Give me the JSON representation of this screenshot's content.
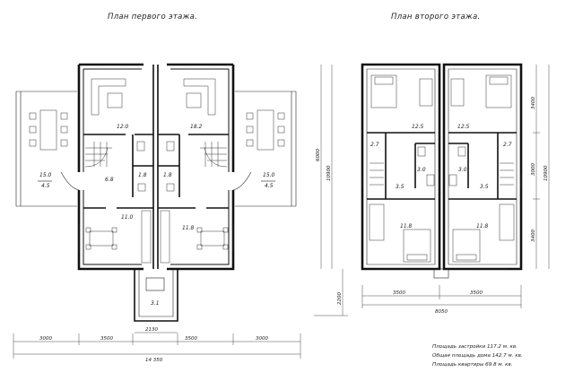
{
  "titles": {
    "first_floor": "План первого этажа.",
    "second_floor": "План второго этажа."
  },
  "first_floor": {
    "rooms": {
      "living_left": "12.0",
      "living_right": "18.2",
      "wc_left": "1.8",
      "wc_right": "1.8",
      "hall_left": "6.8",
      "kitchen_left": "11.0",
      "kitchen_right": "11.8",
      "porch": "3.1",
      "terrace_left_area": "15.0",
      "terrace_left_size": "4.5",
      "terrace_right_area": "15.0",
      "terrace_right_size": "4.5"
    },
    "dims": {
      "height_6000": "6000",
      "height_10900": "10900",
      "porch_2130": "2130",
      "bottom": [
        "3000",
        "3500",
        "3500",
        "3000"
      ],
      "total": "14 350"
    }
  },
  "second_floor": {
    "rooms": {
      "bed_tl": "12.5",
      "bed_tr": "12.5",
      "small_l": "2.7",
      "small_r": "2.7",
      "bath_l": "3.0",
      "bath_r": "3.0",
      "hall_l": "3.5",
      "hall_r": "3.5",
      "bed_bl": "11.8",
      "bed_br": "11.8"
    },
    "dims": {
      "left_2200": "2200",
      "right_3400_top": "3400",
      "right_3000": "3000",
      "right_3400_bottom": "3400",
      "right_10900": "10900",
      "bottom_3500_left": "3500",
      "bottom_3500_right": "3500",
      "total": "8050"
    }
  },
  "notes": {
    "built_area": "Площадь застройки  117.2 м. кв.",
    "total_area": "Общая площадь дома 142.7 м. кв.",
    "flat_area": "Площадь квартиры 69.8 м. кв."
  }
}
